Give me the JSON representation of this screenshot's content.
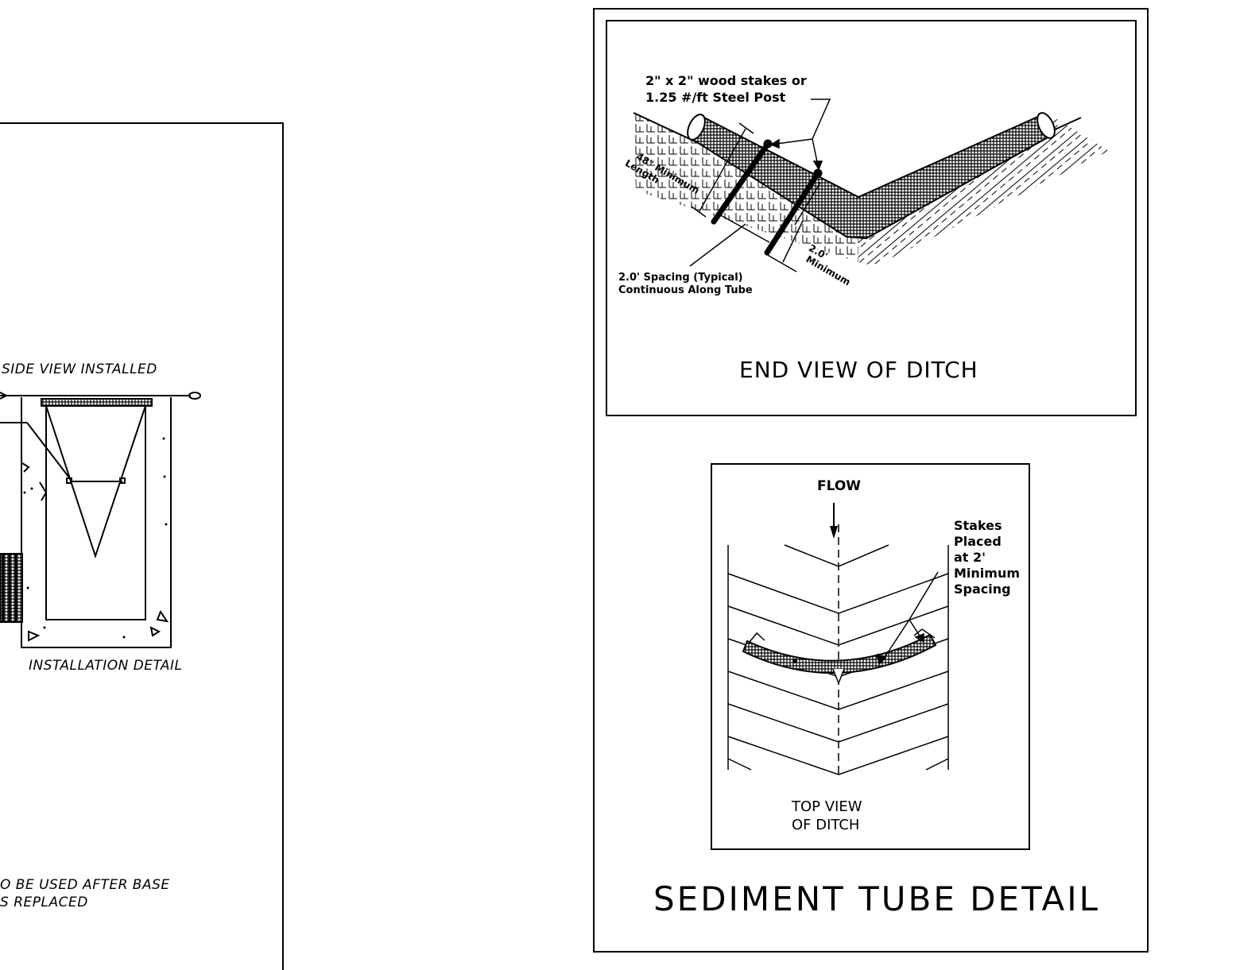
{
  "left_sheet": {
    "side_view_label": "SIDE VIEW INSTALLED",
    "installation_label": "INSTALLATION DETAIL",
    "note_line1": "O BE USED AFTER BASE",
    "note_line2": "S REPLACED"
  },
  "end_view": {
    "stake_note_line1": "2\" x 2\" wood stakes or",
    "stake_note_line2": "1.25 #/ft Steel Post",
    "length_label_line1": "48\" Minimum",
    "length_label_line2": "Length",
    "spacing_note_line1": "2.0' Spacing (Typical)",
    "spacing_note_line2": "Continuous Along Tube",
    "min_label_line1": "2.0'",
    "min_label_line2": "Minimum",
    "title": "END VIEW OF DITCH"
  },
  "top_view": {
    "flow_label": "FLOW",
    "stakes_note": [
      "Stakes",
      "Placed",
      "at 2'",
      "Minimum",
      "Spacing"
    ],
    "title_line1": "TOP VIEW",
    "title_line2": "OF DITCH"
  },
  "sheet_title": "SEDIMENT TUBE DETAIL"
}
